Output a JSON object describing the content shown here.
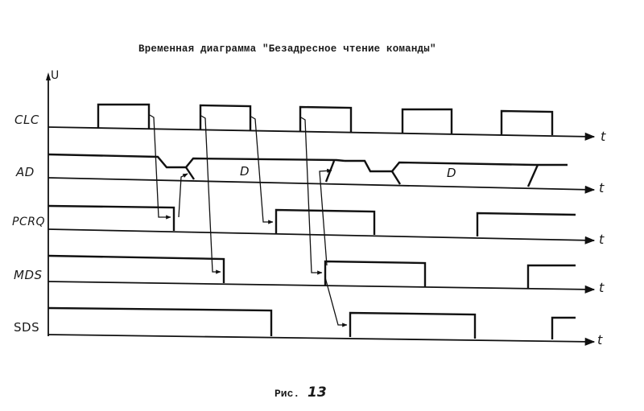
{
  "title": "Временная диаграмма \"Безадресное чтение команды\"",
  "caption": {
    "prefix": "Рис.",
    "number": "13"
  },
  "axes": {
    "y_label": "U",
    "x_label": "t"
  },
  "signals": [
    {
      "name": "CLC",
      "label": "CLC"
    },
    {
      "name": "AD",
      "label": "AD",
      "data_label": "D"
    },
    {
      "name": "PCRQ",
      "label": "PCRQ"
    },
    {
      "name": "MDS",
      "label": "MDS"
    },
    {
      "name": "SDS",
      "label": "SDS"
    }
  ],
  "data_windows": [
    "D",
    "D"
  ],
  "time_axis_labels": [
    "t",
    "t",
    "t",
    "t",
    "t"
  ],
  "colors": {
    "ink": "#111111",
    "paper": "#ffffff"
  }
}
